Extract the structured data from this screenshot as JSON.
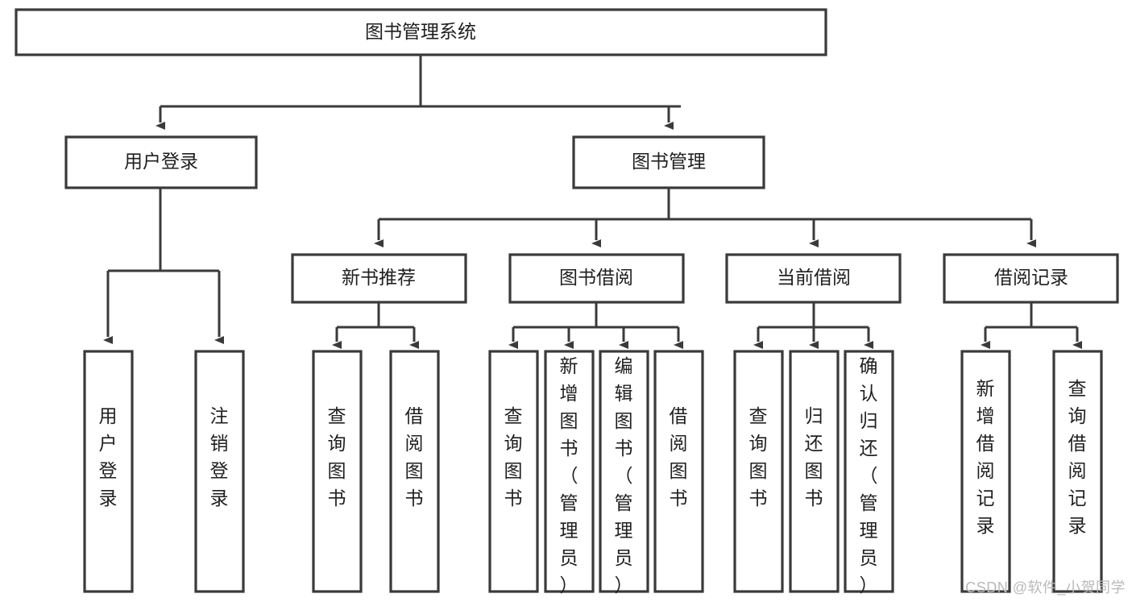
{
  "diagram": {
    "type": "tree-hierarchy-diagram",
    "title_node": {
      "label": "图书管理系统"
    },
    "level2": [
      {
        "id": "user-login",
        "label": "用户登录"
      },
      {
        "id": "book-management",
        "label": "图书管理"
      }
    ],
    "level3": [
      {
        "id": "new-book-recommend",
        "label": "新书推荐"
      },
      {
        "id": "book-borrow",
        "label": "图书借阅"
      },
      {
        "id": "current-borrow",
        "label": "当前借阅"
      },
      {
        "id": "borrow-record",
        "label": "借阅记录"
      }
    ],
    "leaves": {
      "user_login": [
        {
          "id": "leaf-user-login",
          "label": "用户登录"
        },
        {
          "id": "leaf-logout-login",
          "label": "注销登录"
        }
      ],
      "new_book_recommend": [
        {
          "id": "leaf-query-book-1",
          "label": "查询图书"
        },
        {
          "id": "leaf-borrow-book-1",
          "label": "借阅图书"
        }
      ],
      "book_borrow": [
        {
          "id": "leaf-query-book-2",
          "label": "查询图书"
        },
        {
          "id": "leaf-add-book",
          "label": "新增图书（管理员）"
        },
        {
          "id": "leaf-edit-book",
          "label": "编辑图书（管理员）"
        },
        {
          "id": "leaf-borrow-book-2",
          "label": "借阅图书"
        }
      ],
      "current_borrow": [
        {
          "id": "leaf-query-book-3",
          "label": "查询图书"
        },
        {
          "id": "leaf-return-book",
          "label": "归还图书"
        },
        {
          "id": "leaf-confirm-return",
          "label": "确认归还（管理员）"
        }
      ],
      "borrow_record": [
        {
          "id": "leaf-add-borrow-record",
          "label": "新增借阅记录"
        },
        {
          "id": "leaf-query-borrow-record",
          "label": "查询借阅记录"
        }
      ]
    },
    "colors": {
      "box_stroke": "#3a3a3a",
      "box_fill": "#ffffff",
      "connector": "#3a3a3a",
      "text": "#1f1f1f",
      "background": "#ffffff",
      "watermark": "#b9b9b9"
    }
  },
  "watermark": {
    "text": "CSDN @软件_小贺同学"
  }
}
